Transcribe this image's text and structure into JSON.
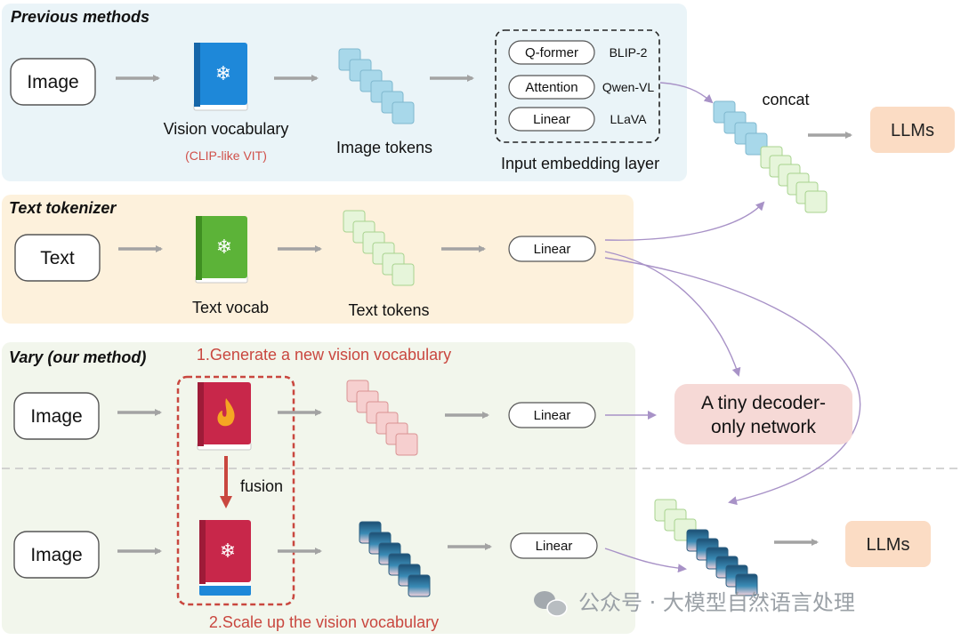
{
  "sections": {
    "previous": "Previous methods",
    "text": "Text tokenizer",
    "vary": "Vary (our method)"
  },
  "boxes": {
    "image_prev": "Image",
    "text": "Text",
    "image_vary1": "Image",
    "image_vary2": "Image"
  },
  "labels": {
    "vision_vocab": "Vision vocabulary",
    "clip_like": "(CLIP-like VIT)",
    "image_tokens": "Image tokens",
    "input_embedding": "Input embedding layer",
    "text_vocab": "Text vocab",
    "text_tokens": "Text tokens",
    "concat": "concat",
    "fusion": "fusion"
  },
  "embedding_options": [
    {
      "name": "Q-former",
      "model": "BLIP-2"
    },
    {
      "name": "Attention",
      "model": "Qwen-VL"
    },
    {
      "name": "Linear",
      "model": "LLaVA"
    }
  ],
  "linear_label": "Linear",
  "llm_label": "LLMs",
  "decoder": {
    "line1": "A tiny decoder-",
    "line2": "only network"
  },
  "steps": {
    "step1": "1.Generate a new vision vocabulary",
    "step2": "2.Scale up the vision vocabulary"
  },
  "watermark": "公众号 · 大模型自然语言处理",
  "colors": {
    "previous_bg": "#eaf4f8",
    "text_bg": "#fdf1dc",
    "vary_bg": "#f2f6ec",
    "arrow_gray": "#a3a3a3",
    "arrow_purple": "#a892c7",
    "step_red": "#c9473f",
    "llm_bg": "#fbdcc4",
    "decoder_bg": "#f6d9d6",
    "vision_book": "#1e88d9",
    "text_book": "#5cb338",
    "new_book": "#c8274a"
  }
}
